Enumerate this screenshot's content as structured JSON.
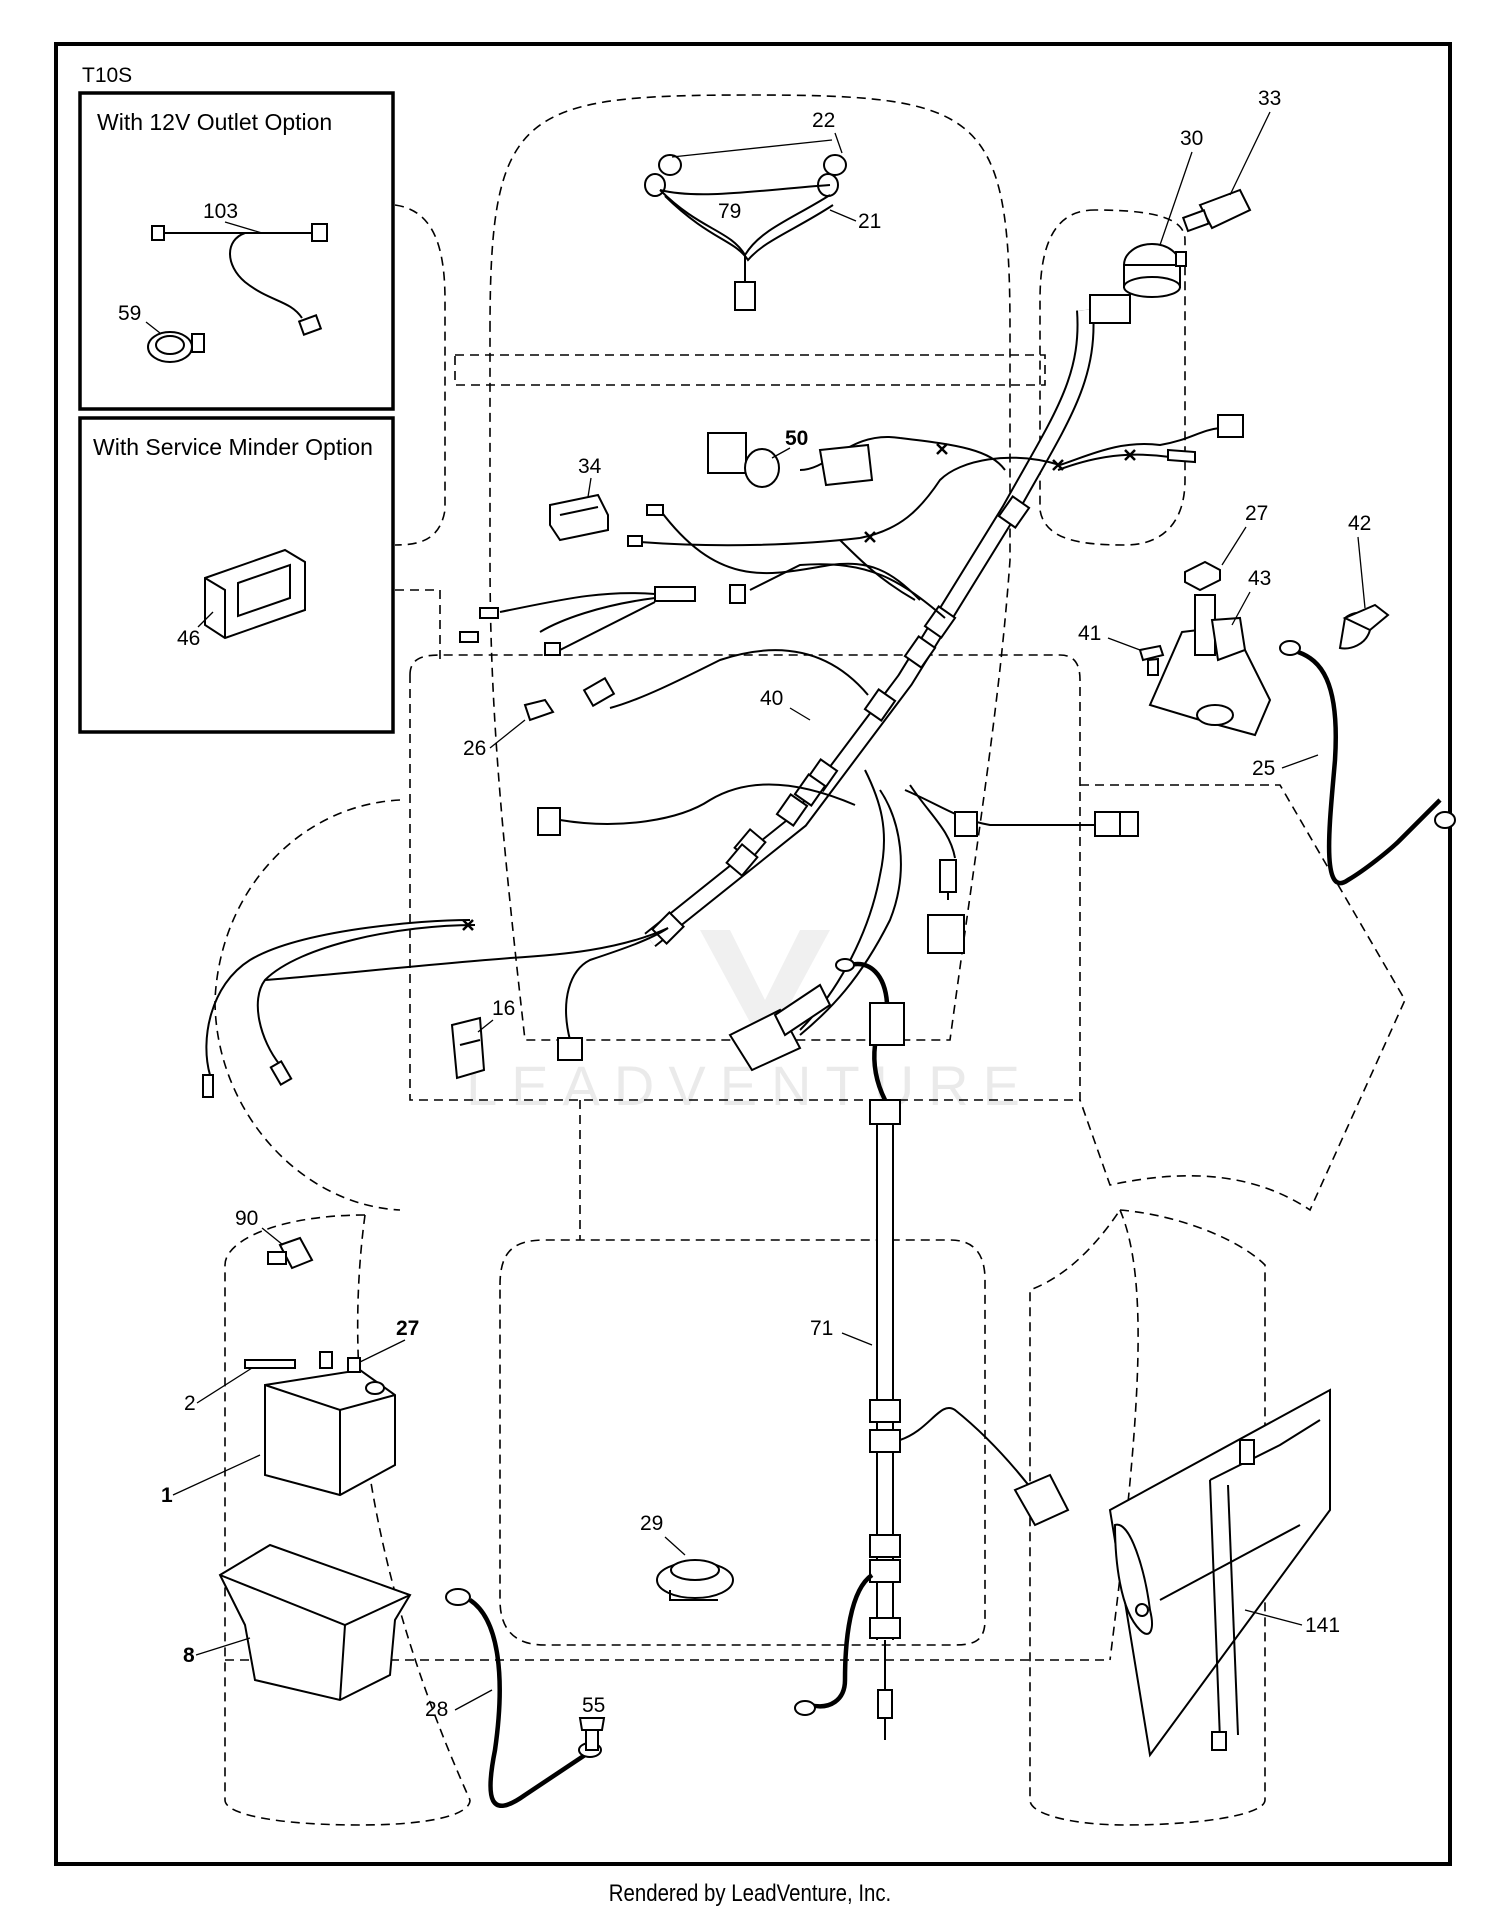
{
  "diagram": {
    "code": "T10S",
    "insets": {
      "outlet_option": "With 12V Outlet Option",
      "service_minder_option": "With Service Minder Option"
    },
    "callouts": {
      "c103": "103",
      "c59": "59",
      "c46": "46",
      "c22": "22",
      "c79": "79",
      "c21": "21",
      "c30": "30",
      "c33": "33",
      "c50": "50",
      "c34": "34",
      "c27a": "27",
      "c42": "42",
      "c43": "43",
      "c41": "41",
      "c25": "25",
      "c26": "26",
      "c40": "40",
      "c16": "16",
      "c90": "90",
      "c27b": "27",
      "c2": "2",
      "c1": "1",
      "c8": "8",
      "c28": "28",
      "c55": "55",
      "c29": "29",
      "c71": "71",
      "c141": "141"
    },
    "watermark": "LEADVENTURE",
    "footer": "Rendered by LeadVenture, Inc."
  }
}
